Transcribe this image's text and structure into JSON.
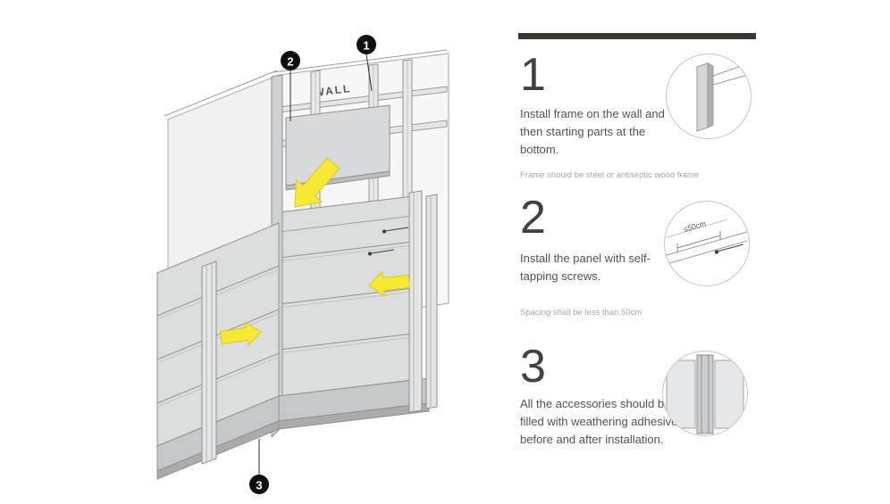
{
  "colors": {
    "arrow_yellow": "#f7e832",
    "bar_dark": "#3a3835",
    "panel_gray": "#dcdddd",
    "marker_black": "#101010",
    "text_dark": "#515254",
    "note_gray": "#a6a8ab"
  },
  "diagram": {
    "wall_label": "WALL",
    "markers": [
      "1",
      "2",
      "3"
    ],
    "spacing_label": "≤50cm"
  },
  "steps": [
    {
      "number": "1",
      "text": "Install frame on the wall and then starting parts at the bottom.",
      "note": "Frame should be steel or antiseptic wood frame"
    },
    {
      "number": "2",
      "text": "Install the panel with self-tapping screws.",
      "note": "Spacing shall be less than 50cm"
    },
    {
      "number": "3",
      "text": "All the accessories should be filled with weathering adhesive before and after installation."
    }
  ]
}
